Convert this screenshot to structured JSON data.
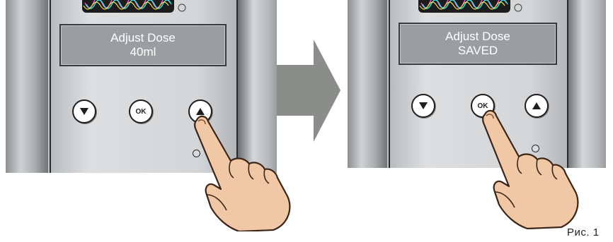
{
  "steps": [
    {
      "display": {
        "line1": "Adjust Dose",
        "line2": "40ml"
      },
      "buttons": {
        "down_icon": "down-triangle-icon",
        "ok_label": "OK",
        "up_icon": "up-triangle-icon"
      },
      "pressed_button": "up"
    },
    {
      "display": {
        "line1": "Adjust Dose",
        "line2": "SAVED"
      },
      "buttons": {
        "down_icon": "down-triangle-icon",
        "ok_label": "OK",
        "up_icon": "up-triangle-icon"
      },
      "pressed_button": "ok"
    }
  ],
  "transition_icon": "right-arrow-icon",
  "hand_icon": "pointing-hand-icon",
  "caption": "Рис. 1",
  "colors": {
    "lcd_background": "#9b9ea1",
    "lcd_text": "#ffffff",
    "arrow": "#8a8d8a",
    "skin": "#f1c8a6"
  }
}
